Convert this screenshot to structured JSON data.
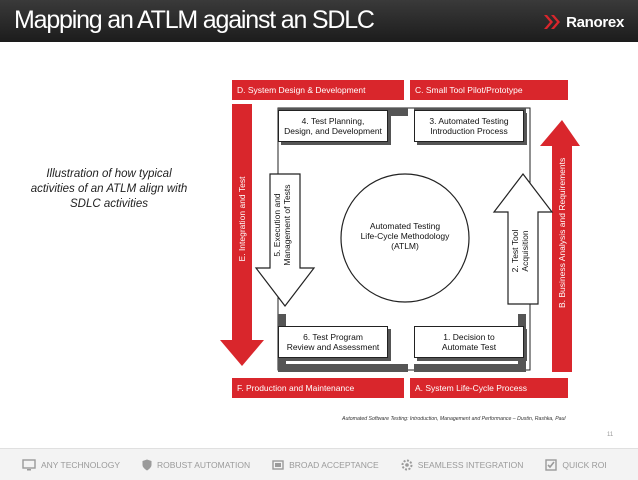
{
  "header": {
    "title": "Mapping an ATLM against an SDLC",
    "brand": "Ranorex",
    "brand_accent": "#d9262c"
  },
  "caption": "Illustration of how typical activities of an ATLM align with SDLC activities",
  "diagram": {
    "phases": {
      "d": "D. System Design & Development",
      "c": "C. Small Tool Pilot/Prototype",
      "f": "F. Production and Maintenance",
      "a": "A. System Life-Cycle Process",
      "e": "E. Integration and Test",
      "b": "B. Business Analysis and Requirements"
    },
    "center": {
      "line1": "Automated Testing",
      "line2": "Life-Cycle Methodology",
      "line3": "(ATLM)"
    },
    "steps": {
      "s1": {
        "line1": "1. Decision to",
        "line2": "Automate Test"
      },
      "s2": {
        "line1": "2. Test Tool",
        "line2": "Acquisition"
      },
      "s3": {
        "line1": "3. Automated Testing",
        "line2": "Introduction Process"
      },
      "s4": {
        "line1": "4. Test Planning,",
        "line2": "Design, and Development"
      },
      "s5": {
        "line1": "5. Execution and",
        "line2": "Management of Tests"
      },
      "s6": {
        "line1": "6. Test Program",
        "line2": "Review and Assessment"
      }
    },
    "colors": {
      "phase_red": "#d9262c"
    }
  },
  "footnote": "Automated Software Testing: Introduction, Management and Performance – Dustin, Rashka, Paul",
  "page_number": "11",
  "footer": {
    "items": [
      {
        "icon": "monitor-icon",
        "label": "ANY TECHNOLOGY"
      },
      {
        "icon": "shield-icon",
        "label": "ROBUST AUTOMATION"
      },
      {
        "icon": "folder-icon",
        "label": "BROAD ACCEPTANCE"
      },
      {
        "icon": "gear-icon",
        "label": "SEAMLESS INTEGRATION"
      },
      {
        "icon": "check-icon",
        "label": "QUICK ROI"
      }
    ]
  }
}
